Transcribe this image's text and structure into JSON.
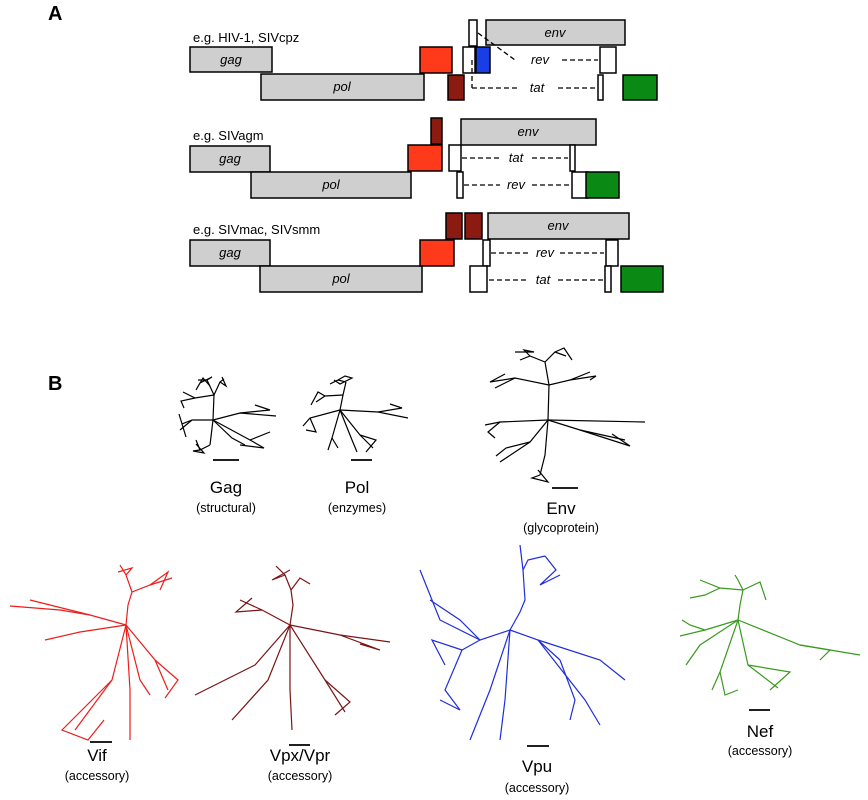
{
  "panels": {
    "A": {
      "label": "A",
      "organisms": [
        {
          "example": "e.g. HIV-1, SIVcpz",
          "genes": {
            "gag": "gag",
            "pol": "pol",
            "env": "env",
            "spliced": [
              "rev",
              "tat"
            ]
          }
        },
        {
          "example": "e.g. SIVagm",
          "genes": {
            "gag": "gag",
            "pol": "pol",
            "env": "env",
            "spliced": [
              "tat",
              "rev"
            ]
          }
        },
        {
          "example": "e.g. SIVmac, SIVsmm",
          "genes": {
            "gag": "gag",
            "pol": "pol",
            "env": "env",
            "spliced": [
              "rev",
              "tat"
            ]
          }
        }
      ]
    },
    "B": {
      "label": "B",
      "trees": [
        {
          "name": "Gag",
          "category": "(structural)",
          "color": "#000000"
        },
        {
          "name": "Pol",
          "category": "(enzymes)",
          "color": "#000000"
        },
        {
          "name": "Env",
          "category": "(glycoprotein)",
          "color": "#000000"
        },
        {
          "name": "Vif",
          "category": "(accessory)",
          "color": "#ee1c1c"
        },
        {
          "name": "Vpx/Vpr",
          "category": "(accessory)",
          "color": "#7a1515"
        },
        {
          "name": "Vpu",
          "category": "(accessory)",
          "color": "#1f2ddb"
        },
        {
          "name": "Nef",
          "category": "(accessory)",
          "color": "#3a9a1e"
        }
      ]
    }
  },
  "colors": {
    "gene_box_fill": "#cfcfcf",
    "vif": "#ff3a1a",
    "vpr_vpx": "#8b1a10",
    "vpu": "#1a3ee6",
    "nef": "#0a8a14"
  }
}
